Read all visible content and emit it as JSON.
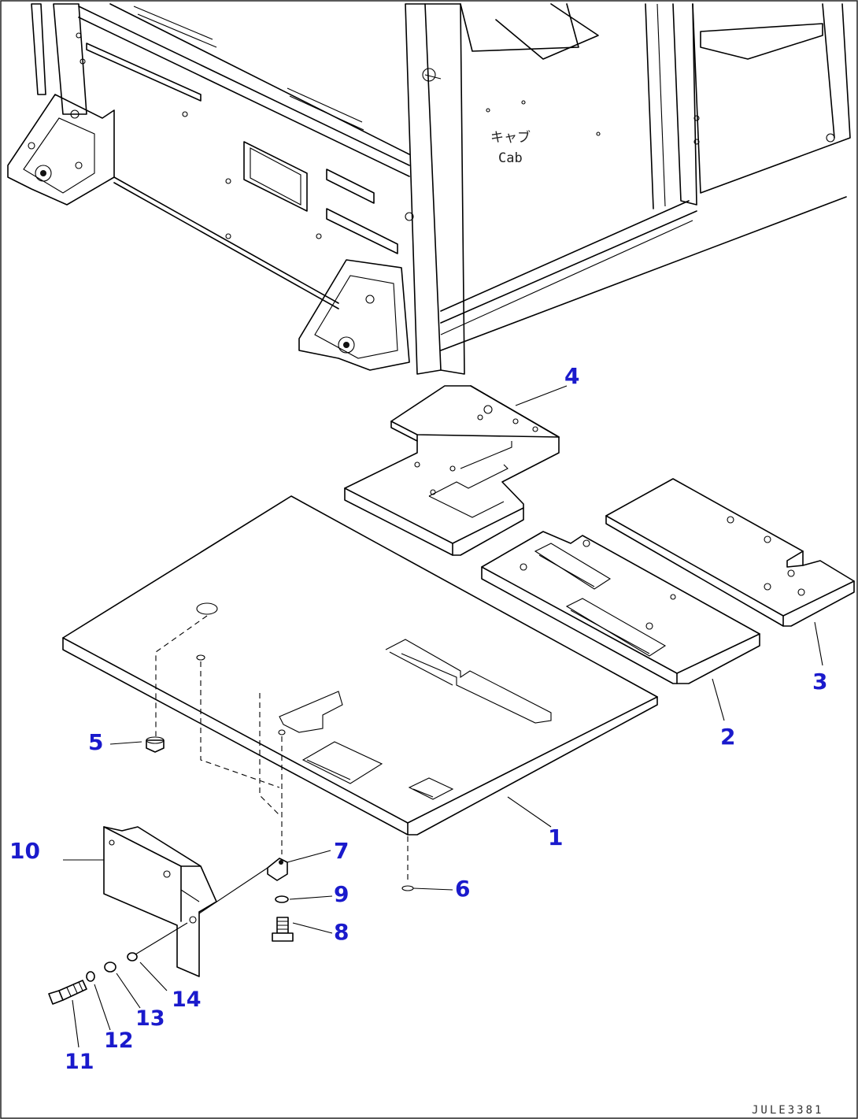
{
  "cab_label": {
    "japanese": "キャブ",
    "english": "Cab"
  },
  "callouts": {
    "c1": "1",
    "c2": "2",
    "c3": "3",
    "c4": "4",
    "c5": "5",
    "c6": "6",
    "c7": "7",
    "c8": "8",
    "c9": "9",
    "c10": "10",
    "c11": "11",
    "c12": "12",
    "c13": "13",
    "c14": "14"
  },
  "reference_code": "JULE3381",
  "colors": {
    "callout": "#1a1acc",
    "line": "#000000",
    "background": "#ffffff"
  }
}
